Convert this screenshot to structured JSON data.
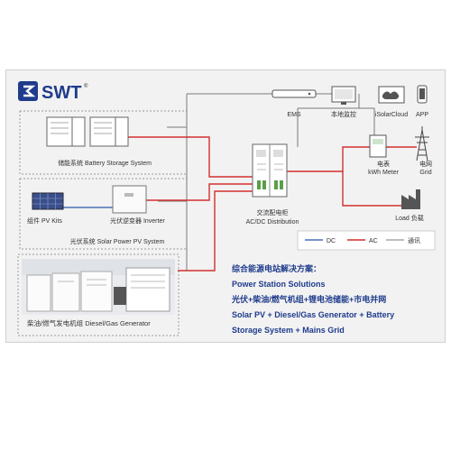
{
  "brand": {
    "name": "SWT",
    "mark": "®"
  },
  "ems": {
    "label": "EMS"
  },
  "monitor": {
    "label": "本地监控"
  },
  "cloud": {
    "label": "iSolarCloud"
  },
  "app": {
    "label": "APP"
  },
  "battery": {
    "label_cn": "储能系统",
    "label_en": "Battery Storage System"
  },
  "distribution": {
    "label_cn": "交流配电柜",
    "label_en": "AC/DC Distribution"
  },
  "meter": {
    "label_cn": "电表",
    "label_en": "kWh Meter"
  },
  "grid": {
    "label_cn": "电网",
    "label_en": "Grid"
  },
  "load": {
    "label_en": "Load",
    "label_cn": "负载"
  },
  "pv": {
    "kits_cn": "组件",
    "kits_en": "PV Kits",
    "inverter_cn": "光伏逆变器",
    "inverter_en": "Inverter",
    "system_cn": "光伏系统",
    "system_en": "Solar Power PV System"
  },
  "legend": {
    "dc": "DC",
    "ac": "AC",
    "comm": "通讯"
  },
  "generator": {
    "label_cn": "柴油/燃气发电机组",
    "label_en": "Diesel/Gas Generator"
  },
  "solution": {
    "line1": "综合能源电站解决方案：",
    "line2": "Power Station Solutions",
    "line3": "光伏+柴油/燃气机组+锂电池储能+市电并网",
    "line4": "Solar PV + Diesel/Gas Generator + Battery",
    "line5": "Storage System + Mains Grid"
  },
  "colors": {
    "ac": "#d32f2f",
    "dc": "#4a6fb5",
    "comm": "#7a7a7a",
    "title": "#1f3c8c",
    "brand": "#1f3c8c"
  }
}
